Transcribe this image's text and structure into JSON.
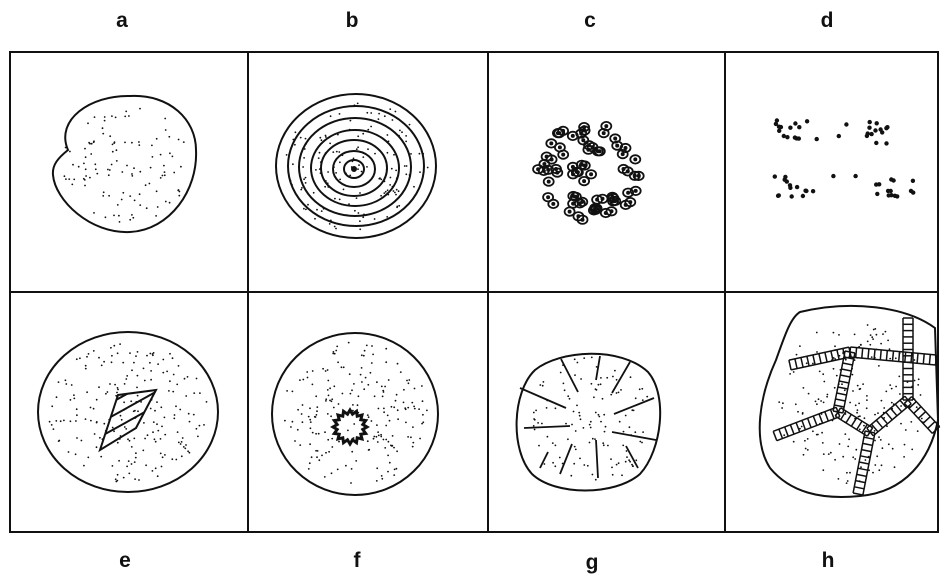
{
  "labels": {
    "a": "a",
    "b": "b",
    "c": "c",
    "d": "d",
    "e": "e",
    "f": "f",
    "g": "g",
    "h": "h"
  },
  "colors": {
    "ink": "#111111",
    "paper": "#ffffff"
  }
}
